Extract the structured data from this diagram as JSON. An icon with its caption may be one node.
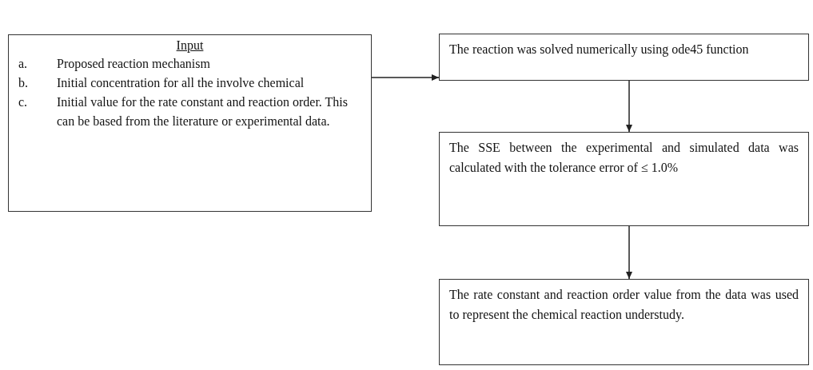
{
  "diagram": {
    "nodes": [
      {
        "text": [
          "Input",
          "a.",
          "Proposed reaction mechanism",
          "b.",
          "Initial concentration for all the involve chemical",
          "c.",
          "Initial value for the rate constant and reaction order. This can be based from the literature or experimental data."
        ]
      },
      {
        "text": [
          "The reaction was solved numerically using ode45 function"
        ]
      },
      {
        "text": [
          "The SSE between the experimental and simulated data was calculated with the tolerance error of ≤ 1.0%"
        ]
      },
      {
        "text": [
          "The rate constant and reaction order value from the data was used to represent the chemical reaction understudy."
        ]
      }
    ],
    "edges": [
      {
        "from": 0,
        "to": 1,
        "arrow": "to"
      },
      {
        "from": 1,
        "to": 2,
        "arrow": "to"
      },
      {
        "from": 2,
        "to": 3,
        "arrow": "to"
      }
    ]
  }
}
